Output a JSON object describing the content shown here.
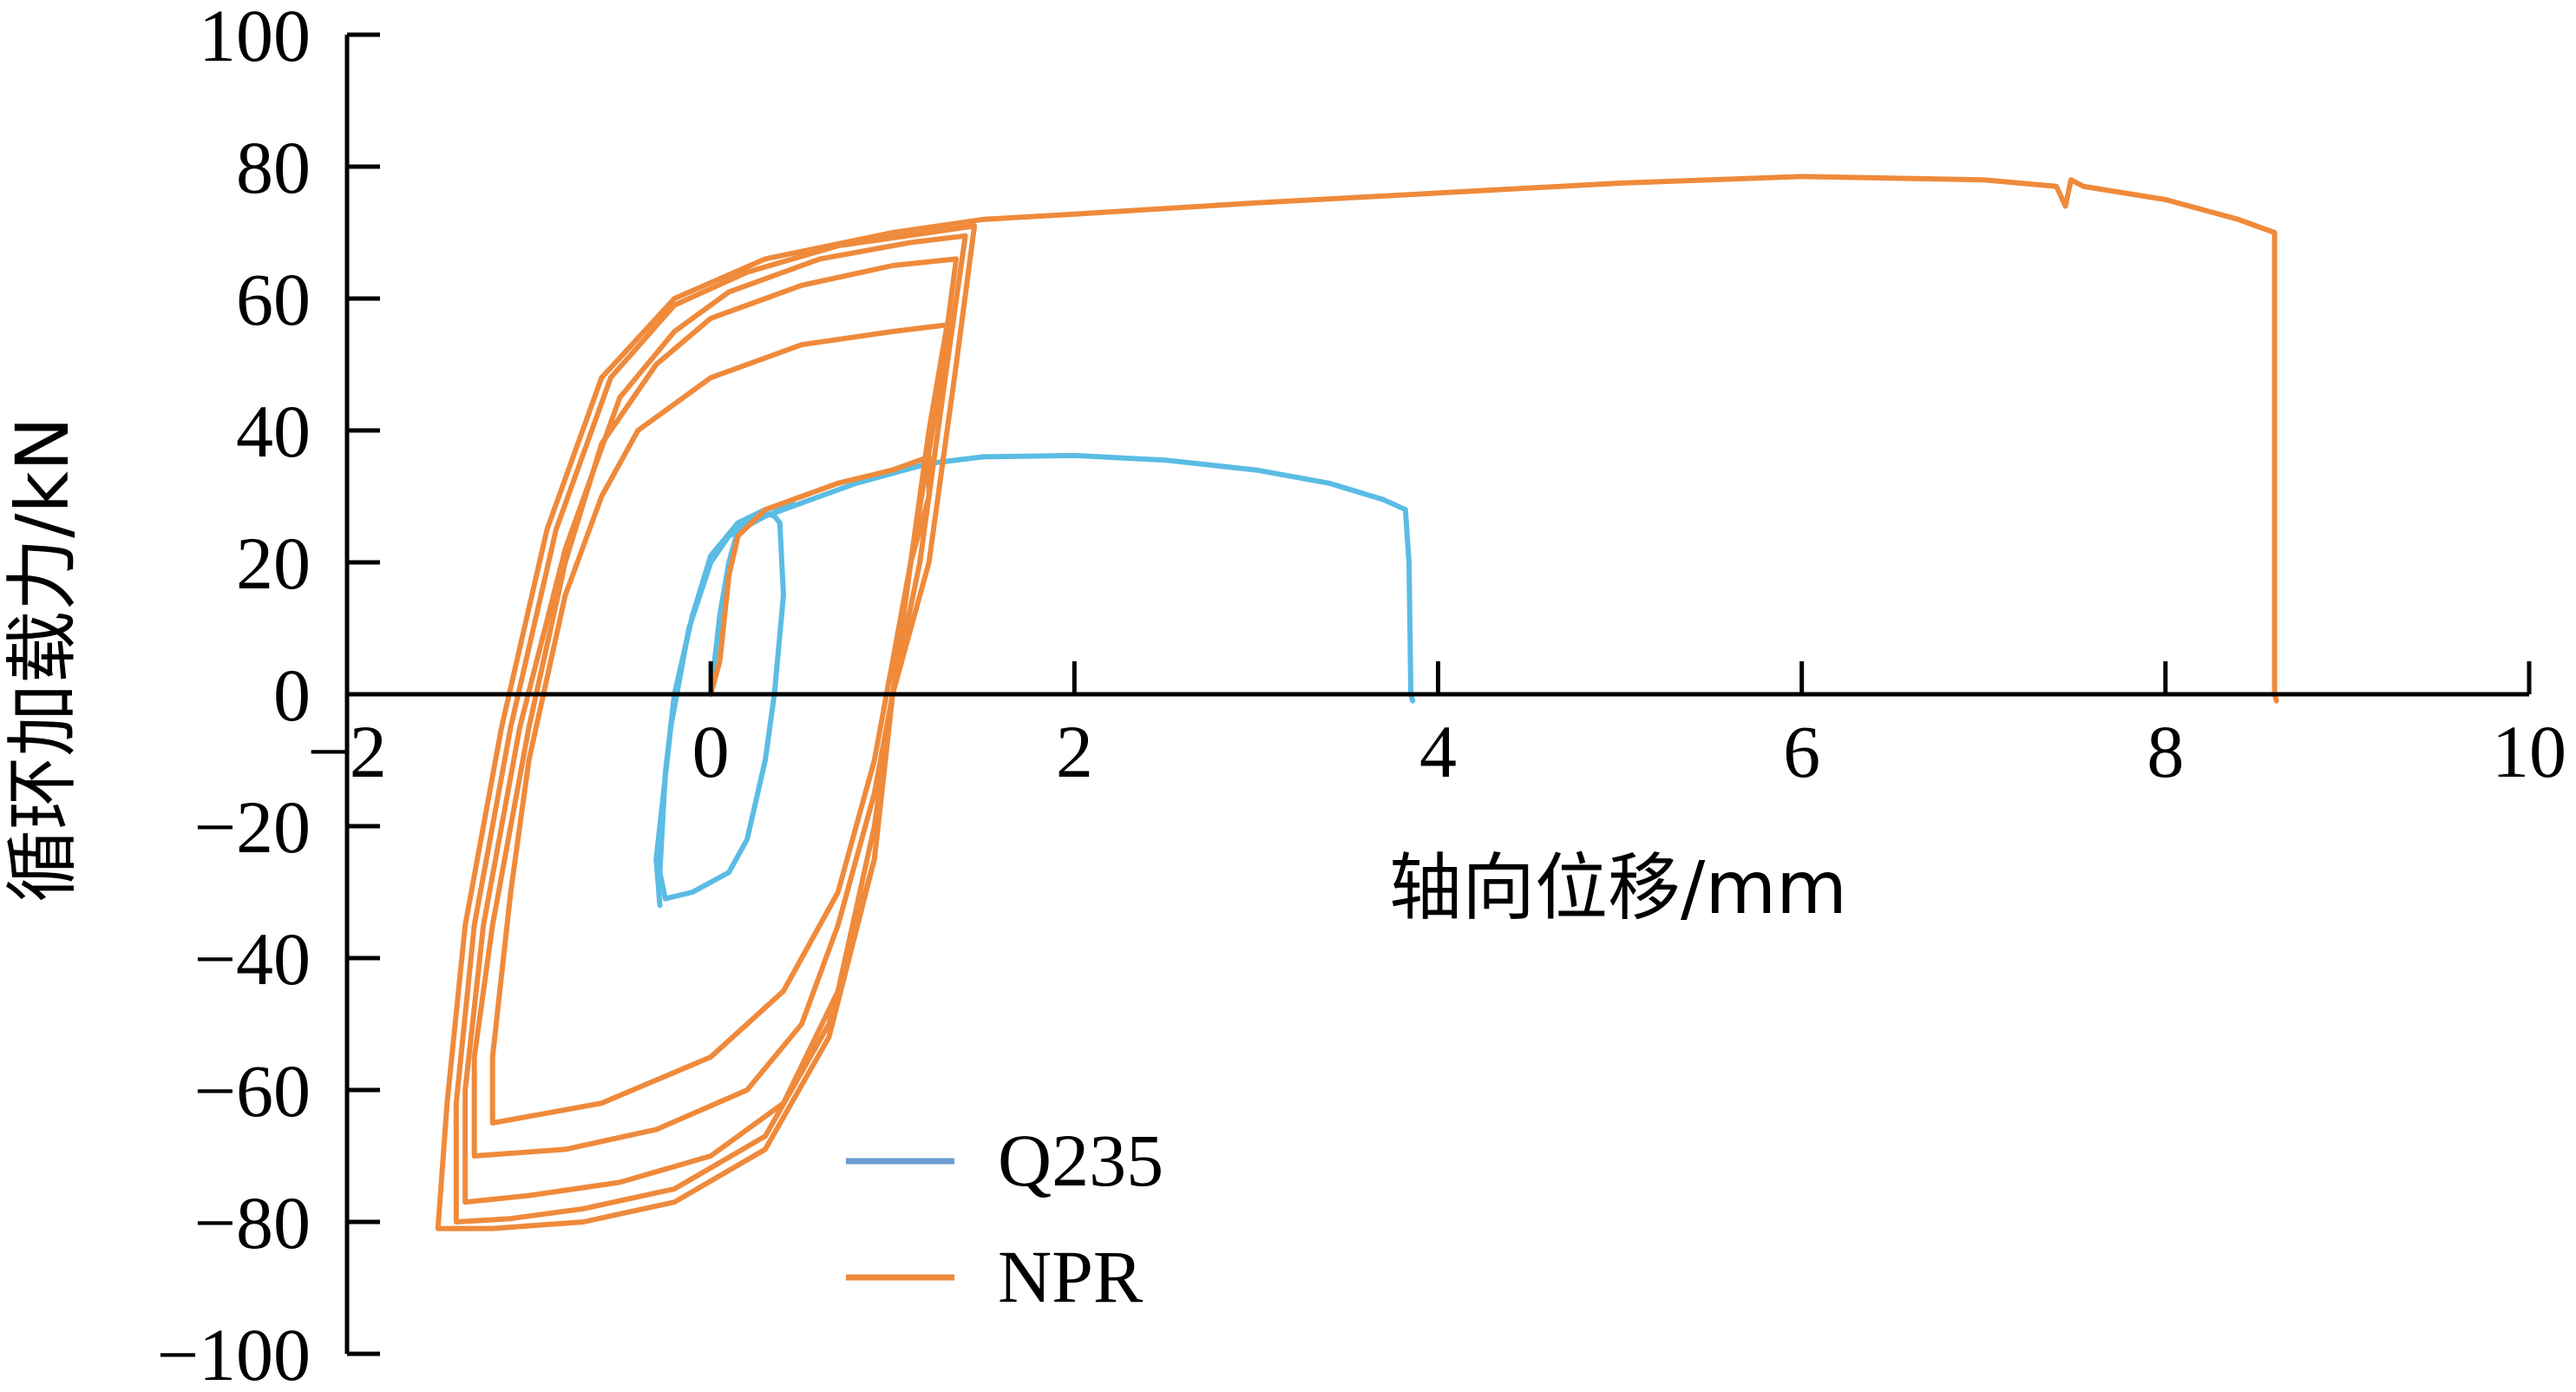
{
  "chart_data": {
    "type": "line",
    "xlabel": "轴向位移/mm",
    "ylabel": "循环加载力/kN",
    "xlim": [
      -2,
      10
    ],
    "ylim": [
      -100,
      100
    ],
    "xticks": [
      -2,
      0,
      2,
      4,
      6,
      8,
      10
    ],
    "yticks": [
      100,
      80,
      60,
      40,
      20,
      0,
      -20,
      -40,
      -60,
      -80,
      -100
    ],
    "xtick_labels": [
      "−2",
      "0",
      "2",
      "4",
      "6",
      "8",
      "10"
    ],
    "ytick_labels": [
      "100",
      "80",
      "60",
      "40",
      "20",
      "0",
      "−20",
      "−40",
      "−60",
      "−80",
      "−100"
    ],
    "grid": false,
    "legend_position": "bottom-left",
    "series": [
      {
        "name": "Q235",
        "color": "#5bbce4",
        "legend_color": "#6c9bd2",
        "segments": [
          [
            [
              0.0,
              0
            ],
            [
              0.05,
              12
            ],
            [
              0.1,
              20
            ],
            [
              0.15,
              25
            ],
            [
              0.2,
              26
            ],
            [
              0.3,
              27.5
            ],
            [
              0.35,
              27
            ],
            [
              0.38,
              26
            ],
            [
              0.4,
              15
            ],
            [
              0.35,
              0
            ],
            [
              0.3,
              -10
            ],
            [
              0.2,
              -22
            ],
            [
              0.1,
              -27
            ],
            [
              -0.1,
              -30
            ],
            [
              -0.25,
              -31
            ],
            [
              -0.28,
              -27
            ],
            [
              -0.25,
              -12
            ],
            [
              -0.2,
              0
            ],
            [
              -0.1,
              12
            ],
            [
              0.0,
              21
            ],
            [
              0.15,
              26
            ],
            [
              0.3,
              28
            ],
            [
              0.45,
              29
            ]
          ],
          [
            [
              -0.28,
              -32
            ],
            [
              -0.3,
              -25
            ],
            [
              -0.22,
              -5
            ],
            [
              -0.12,
              10
            ],
            [
              0.0,
              20
            ],
            [
              0.1,
              24
            ],
            [
              0.3,
              27
            ],
            [
              0.5,
              29
            ],
            [
              0.8,
              32
            ],
            [
              1.2,
              35
            ],
            [
              1.5,
              36
            ],
            [
              2.0,
              36.2
            ],
            [
              2.5,
              35.5
            ],
            [
              3.0,
              34
            ],
            [
              3.4,
              32
            ],
            [
              3.7,
              29.5
            ],
            [
              3.82,
              28
            ],
            [
              3.84,
              20
            ],
            [
              3.85,
              0
            ],
            [
              3.86,
              -1
            ]
          ]
        ]
      },
      {
        "name": "NPR",
        "color": "#ef8a3b",
        "legend_color": "#ef8a3b",
        "segments": [
          [
            [
              0.0,
              0
            ],
            [
              0.05,
              5
            ],
            [
              0.1,
              18
            ],
            [
              0.15,
              24
            ],
            [
              0.3,
              28
            ],
            [
              0.5,
              30
            ],
            [
              0.7,
              32
            ],
            [
              1.0,
              34
            ],
            [
              1.2,
              36
            ],
            [
              1.2,
              30
            ],
            [
              1.1,
              20
            ],
            [
              1.0,
              5
            ],
            [
              0.9,
              -10
            ],
            [
              0.7,
              -30
            ],
            [
              0.4,
              -45
            ],
            [
              0.0,
              -55
            ],
            [
              -0.6,
              -62
            ],
            [
              -1.2,
              -65
            ],
            [
              -1.2,
              -55
            ],
            [
              -1.1,
              -30
            ],
            [
              -1.0,
              -10
            ],
            [
              -0.8,
              15
            ],
            [
              -0.6,
              30
            ],
            [
              -0.4,
              40
            ],
            [
              0.0,
              48
            ],
            [
              0.5,
              53
            ],
            [
              1.0,
              55
            ],
            [
              1.3,
              56
            ]
          ],
          [
            [
              1.3,
              56
            ],
            [
              1.2,
              40
            ],
            [
              1.1,
              20
            ],
            [
              1.0,
              0
            ],
            [
              0.9,
              -15
            ],
            [
              0.7,
              -35
            ],
            [
              0.5,
              -50
            ],
            [
              0.2,
              -60
            ],
            [
              -0.3,
              -66
            ],
            [
              -0.8,
              -69
            ],
            [
              -1.3,
              -70
            ],
            [
              -1.3,
              -55
            ],
            [
              -1.2,
              -35
            ],
            [
              -1.0,
              -5
            ],
            [
              -0.8,
              20
            ],
            [
              -0.6,
              38
            ],
            [
              -0.3,
              50
            ],
            [
              0.0,
              57
            ],
            [
              0.5,
              62
            ],
            [
              1.0,
              65
            ],
            [
              1.35,
              66
            ]
          ],
          [
            [
              1.35,
              66
            ],
            [
              1.25,
              45
            ],
            [
              1.1,
              20
            ],
            [
              1.0,
              0
            ],
            [
              0.9,
              -20
            ],
            [
              0.7,
              -45
            ],
            [
              0.4,
              -62
            ],
            [
              0.0,
              -70
            ],
            [
              -0.5,
              -74
            ],
            [
              -1.0,
              -76
            ],
            [
              -1.35,
              -77
            ],
            [
              -1.35,
              -60
            ],
            [
              -1.25,
              -35
            ],
            [
              -1.05,
              -5
            ],
            [
              -0.8,
              22
            ],
            [
              -0.5,
              45
            ],
            [
              -0.2,
              55
            ],
            [
              0.1,
              61
            ],
            [
              0.6,
              66
            ],
            [
              1.1,
              68.5
            ],
            [
              1.4,
              69.5
            ]
          ],
          [
            [
              1.4,
              69.5
            ],
            [
              1.3,
              50
            ],
            [
              1.15,
              20
            ],
            [
              1.0,
              0
            ],
            [
              0.9,
              -25
            ],
            [
              0.65,
              -50
            ],
            [
              0.3,
              -67
            ],
            [
              -0.2,
              -75
            ],
            [
              -0.7,
              -78
            ],
            [
              -1.1,
              -79.5
            ],
            [
              -1.4,
              -80
            ],
            [
              -1.4,
              -62
            ],
            [
              -1.3,
              -35
            ],
            [
              -1.1,
              -5
            ],
            [
              -0.85,
              25
            ],
            [
              -0.55,
              48
            ],
            [
              -0.2,
              59
            ],
            [
              0.2,
              64
            ],
            [
              0.7,
              68
            ],
            [
              1.2,
              70
            ],
            [
              1.45,
              71
            ]
          ],
          [
            [
              1.45,
              71
            ],
            [
              1.35,
              50
            ],
            [
              1.2,
              20
            ],
            [
              1.0,
              0
            ],
            [
              0.9,
              -25
            ],
            [
              0.65,
              -52
            ],
            [
              0.3,
              -69
            ],
            [
              -0.2,
              -77
            ],
            [
              -0.7,
              -80
            ],
            [
              -1.2,
              -81
            ],
            [
              -1.5,
              -81
            ],
            [
              -1.45,
              -62
            ],
            [
              -1.35,
              -35
            ],
            [
              -1.15,
              -5
            ],
            [
              -0.9,
              25
            ],
            [
              -0.6,
              48
            ],
            [
              -0.2,
              60
            ],
            [
              0.3,
              66
            ],
            [
              1.0,
              70
            ],
            [
              1.5,
              72
            ],
            [
              2.0,
              72.8
            ],
            [
              3.0,
              74.5
            ],
            [
              4.0,
              76
            ],
            [
              5.0,
              77.5
            ],
            [
              6.0,
              78.5
            ],
            [
              7.0,
              78
            ],
            [
              7.4,
              77
            ],
            [
              7.45,
              74
            ],
            [
              7.48,
              78
            ],
            [
              7.55,
              77
            ],
            [
              8.0,
              75
            ],
            [
              8.4,
              72
            ],
            [
              8.6,
              70
            ],
            [
              8.6,
              30
            ],
            [
              8.6,
              0
            ],
            [
              8.61,
              -1
            ]
          ]
        ]
      }
    ]
  }
}
